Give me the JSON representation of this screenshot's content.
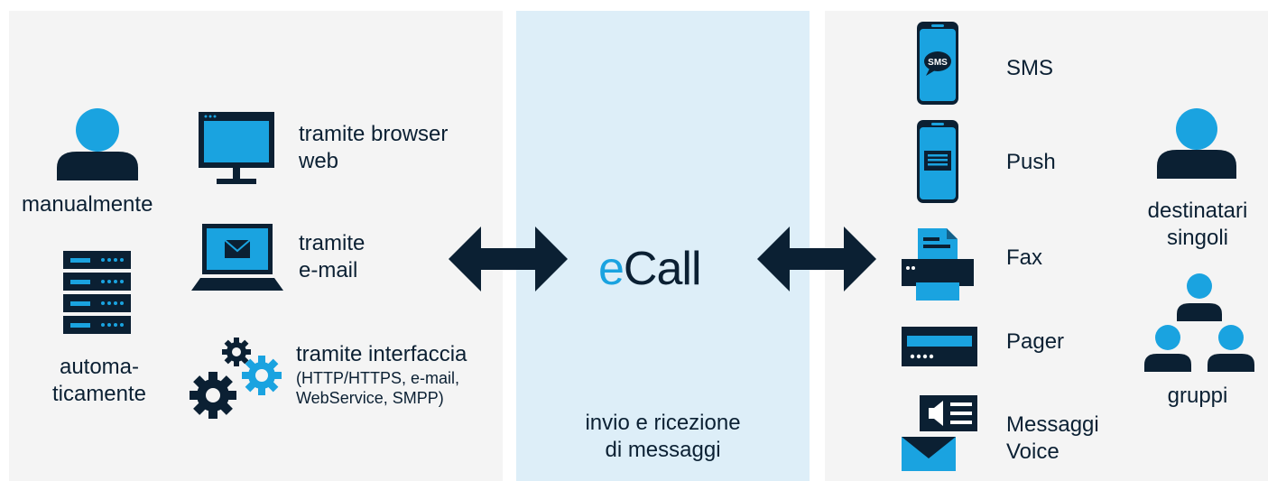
{
  "colors": {
    "dark": "#0b2033",
    "blue": "#1aa3e0",
    "panel_gray": "#f4f4f4",
    "panel_blue": "#ddeef8"
  },
  "left": {
    "senders": {
      "manual": "manualmente",
      "automatic_line1": "automa-",
      "automatic_line2": "ticamente"
    },
    "channels": [
      {
        "icon": "monitor-icon",
        "line1": "tramite browser",
        "line2": "web"
      },
      {
        "icon": "laptop-mail-icon",
        "line1": "tramite",
        "line2": "e-mail"
      },
      {
        "icon": "gears-icon",
        "line1": "tramite interfaccia",
        "line2": "(HTTP/HTTPS, e-mail,",
        "line3": "WebService, SMPP)"
      }
    ]
  },
  "center": {
    "logo_e": "e",
    "logo_rest": "Call",
    "caption_line1": "invio e ricezione",
    "caption_line2": "di messaggi"
  },
  "right": {
    "outputs": [
      {
        "icon": "sms-phone-icon",
        "label": "SMS",
        "badge": "SMS"
      },
      {
        "icon": "push-phone-icon",
        "label": "Push"
      },
      {
        "icon": "fax-icon",
        "label": "Fax"
      },
      {
        "icon": "pager-icon",
        "label": "Pager"
      },
      {
        "icon": "voice-message-icon",
        "line1": "Messaggi",
        "line2": "Voice"
      }
    ],
    "recipients": {
      "single_line1": "destinatari",
      "single_line2": "singoli",
      "groups": "gruppi"
    }
  }
}
